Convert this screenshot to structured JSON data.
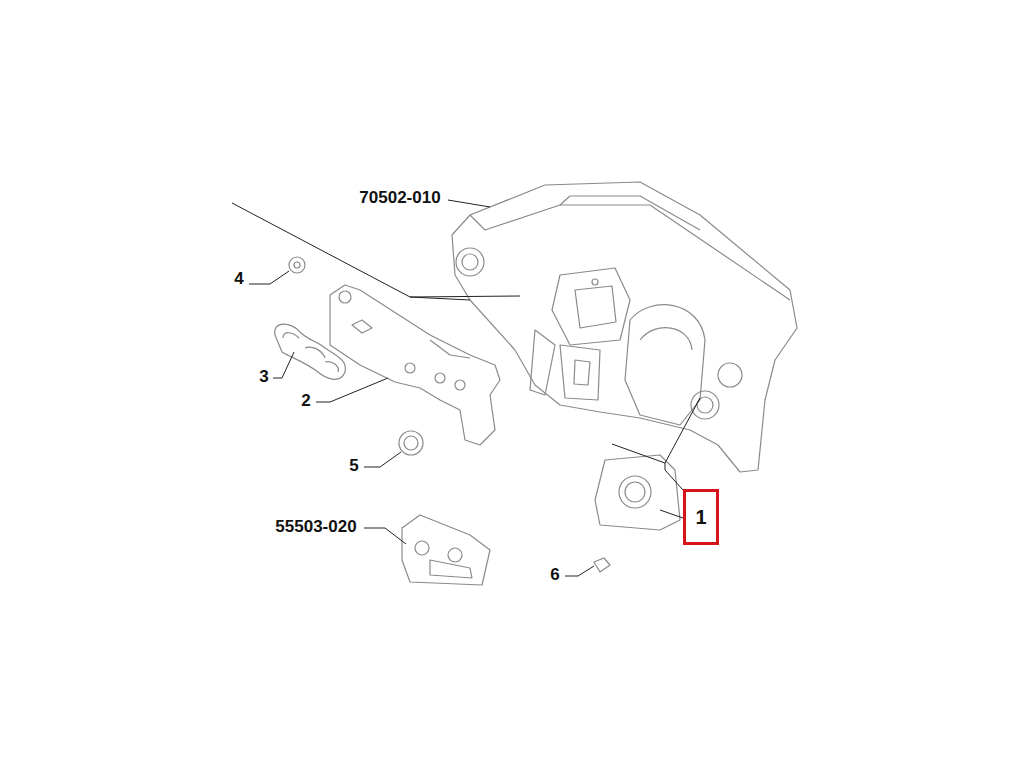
{
  "diagram": {
    "nodes": [
      {
        "text": [
          "1"
        ]
      }
    ],
    "labels": [
      "70502-010",
      "4",
      "3",
      "2",
      "5",
      "55503-020",
      "6"
    ]
  }
}
